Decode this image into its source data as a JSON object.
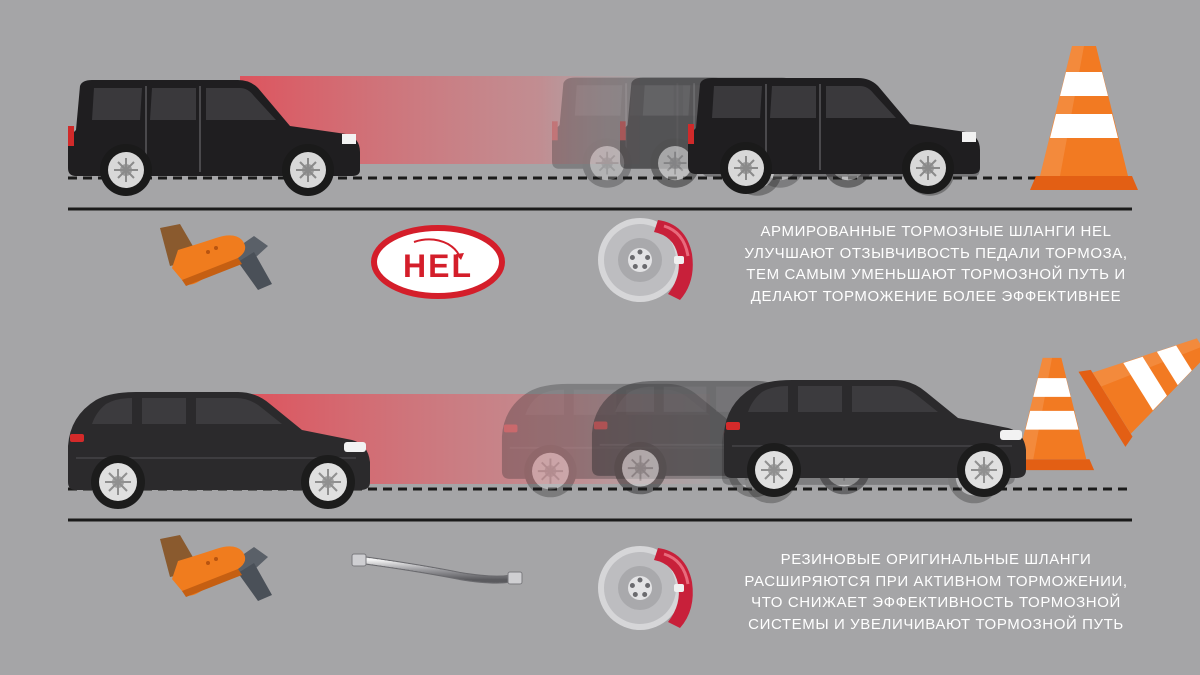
{
  "colors": {
    "background": "#a5a5a7",
    "car_body": "#2b2a2c",
    "trail": "#e0505a",
    "cone_orange": "#f07020",
    "caliper_red": "#c8203a",
    "logo_red": "#d41e2a"
  },
  "top_scenario": {
    "logo_text": "HEL",
    "caption_lines": [
      "АРМИРОВАННЫЕ ТОРМОЗНЫЕ ШЛАНГИ HEL",
      "УЛУЧШАЮТ ОТЗЫВЧИВОСТЬ ПЕДАЛИ ТОРМОЗА,",
      "ТЕМ САМЫМ УМЕНЬШАЮТ ТОРМОЗНОЙ ПУТЬ И",
      "ДЕЛАЮТ ТОРМОЖЕНИЕ БОЛЕЕ ЭФФЕКТИВНЕЕ"
    ],
    "icons": [
      "foot-on-pedal-icon",
      "hel-logo",
      "brake-disc-caliper-icon",
      "traffic-cone-icon"
    ]
  },
  "bottom_scenario": {
    "caption_lines": [
      "РЕЗИНОВЫЕ ОРИГИНАЛЬНЫЕ ШЛАНГИ",
      "РАСШИРЯЮТСЯ ПРИ АКТИВНОМ ТОРМОЖЕНИИ,",
      "ЧТО СНИЖАЕТ ЭФФЕКТИВНОСТЬ ТОРМОЗНОЙ",
      "СИСТЕМЫ И УВЕЛИЧИВАЮТ ТОРМОЗНОЙ ПУТЬ"
    ],
    "icons": [
      "foot-on-pedal-icon",
      "rubber-brake-hose-icon",
      "brake-disc-caliper-icon",
      "traffic-cone-icon",
      "knocked-cone-icon"
    ]
  }
}
